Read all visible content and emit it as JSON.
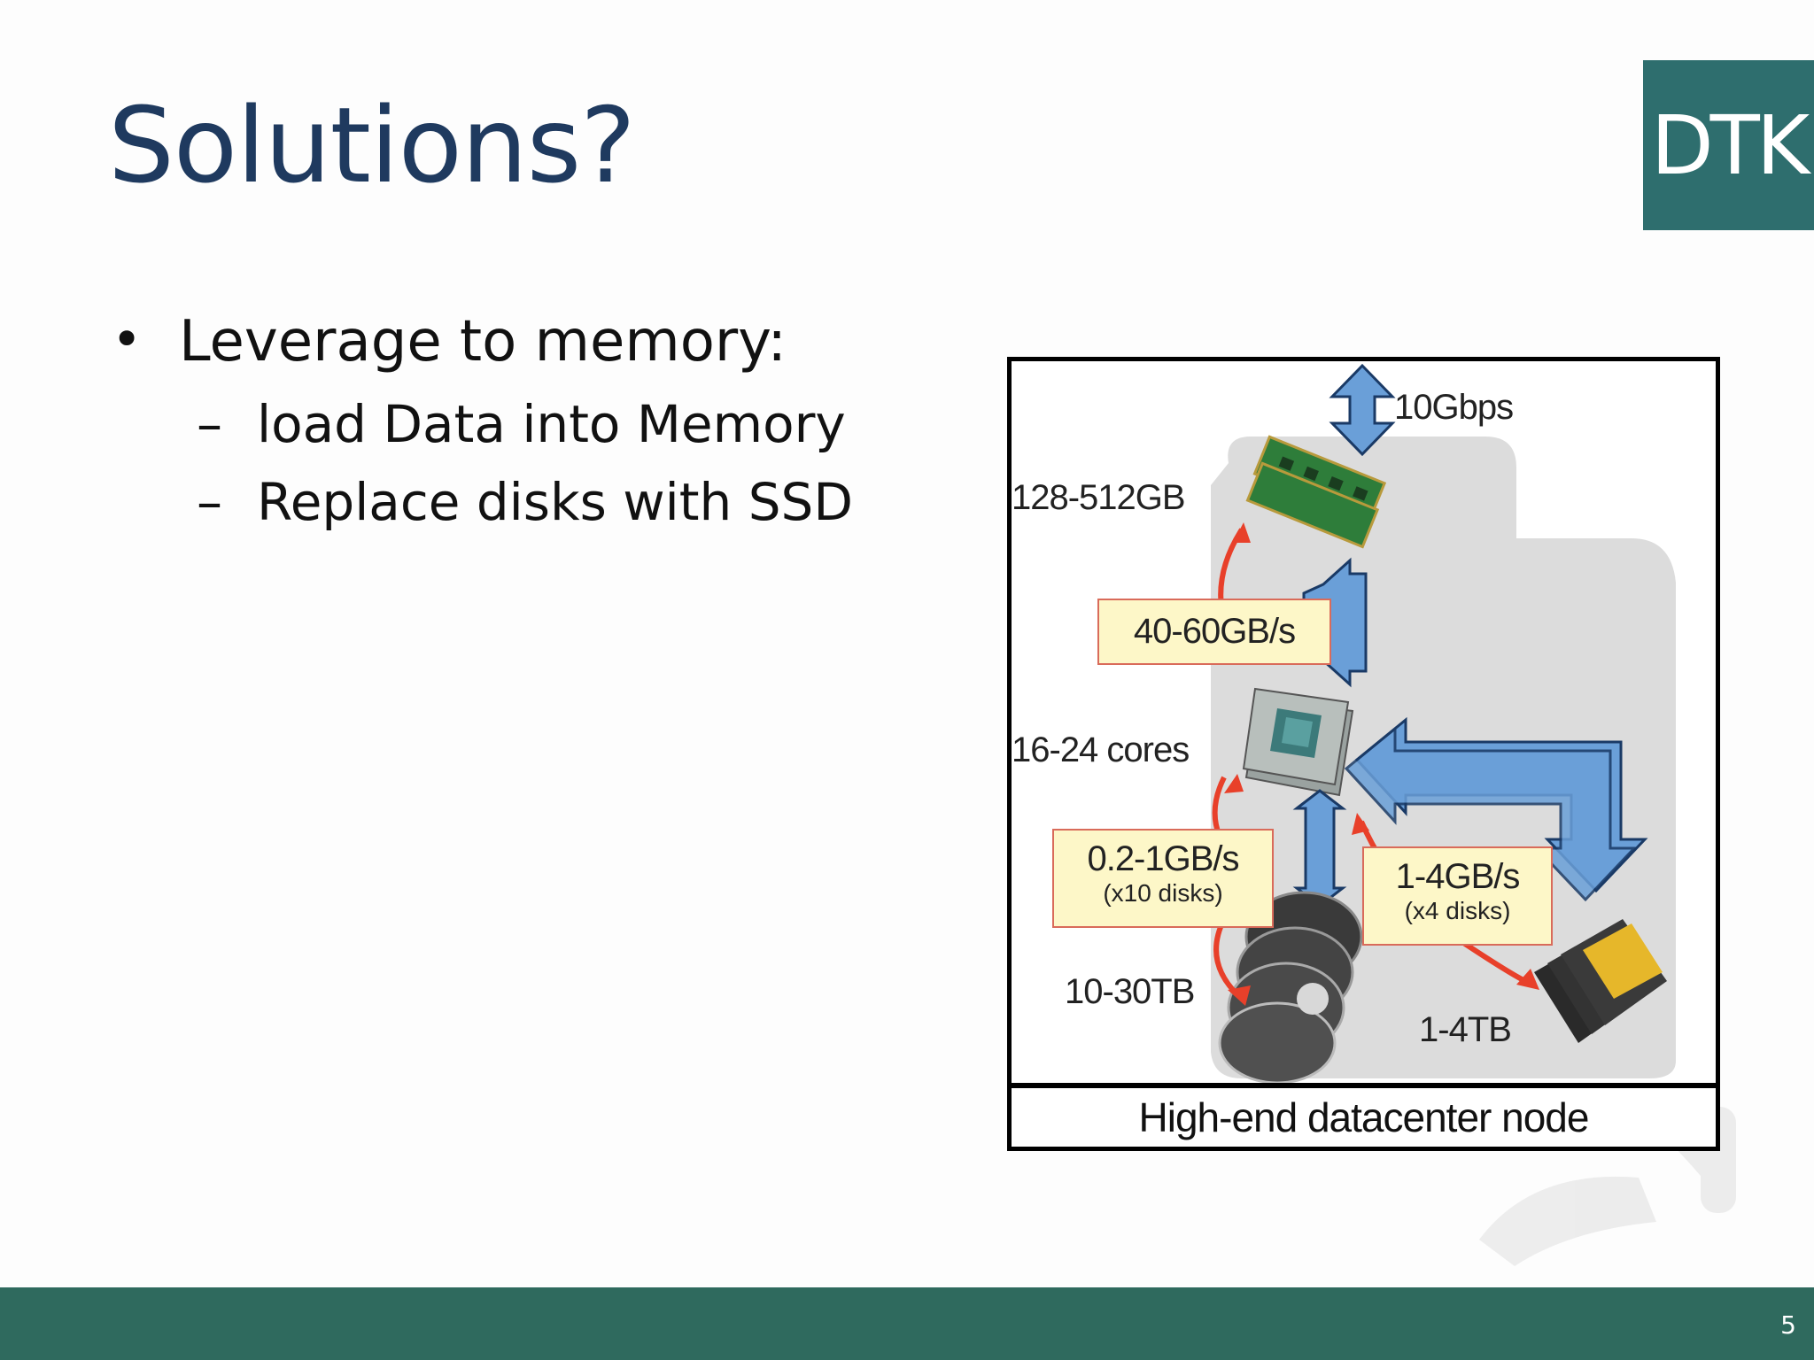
{
  "slide": {
    "title": "Solutions?",
    "logo_text": "DTK",
    "bullet": "Leverage to memory:",
    "sub_bullets": [
      "load Data into Memory",
      "Replace disks with SSD"
    ],
    "page_number": "5"
  },
  "figure": {
    "caption": "High-end datacenter node",
    "network": "10Gbps",
    "memory_size": "128-512GB",
    "memory_bw": "40-60GB/s",
    "cores": "16-24 cores",
    "disk_bw": "0.2-1GB/s",
    "disk_count": "(x10 disks)",
    "disk_size": "10-30TB",
    "ssd_bw": "1-4GB/s",
    "ssd_count": "(x4 disks)",
    "ssd_size": "1-4TB"
  },
  "colors": {
    "title": "#1f3a5f",
    "logo_bg": "#2e6e6e",
    "footer": "#2f6a5e",
    "arrow_blue": "#6a9fd8",
    "arrow_red": "#e8402a",
    "box_yellow": "#fdf7c8"
  }
}
